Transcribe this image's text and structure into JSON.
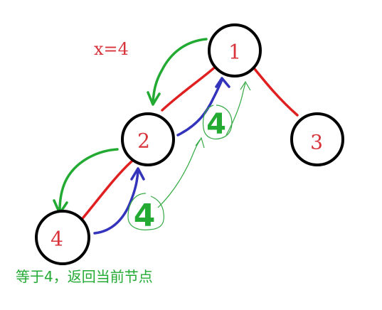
{
  "x_label": "x=4",
  "nodes": {
    "root": "1",
    "left": "2",
    "right": "3",
    "leaf": "4"
  },
  "return_labels": {
    "upper": "4",
    "lower": "4"
  },
  "caption": "等于4，返回当前节点",
  "colors": {
    "node_border": "#000000",
    "node_text": "#d8333b",
    "edge": "#e02020",
    "descend_arrow": "#22aa33",
    "return_arrow": "#3333bb",
    "return_label": "#22aa33",
    "caption": "#22aa33"
  }
}
